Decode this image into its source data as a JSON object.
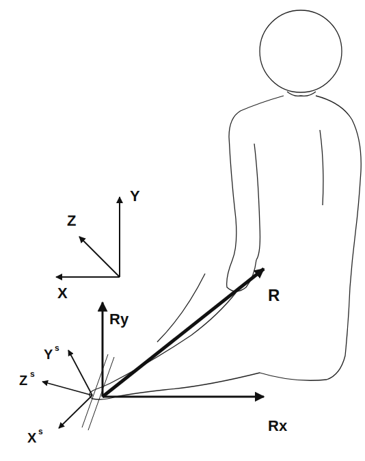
{
  "diagram": {
    "labels": [
      "Z",
      "Y",
      "X",
      "Ry",
      "R",
      "Rx",
      "Y",
      "s",
      "Z",
      "s",
      "X",
      "s"
    ]
  }
}
